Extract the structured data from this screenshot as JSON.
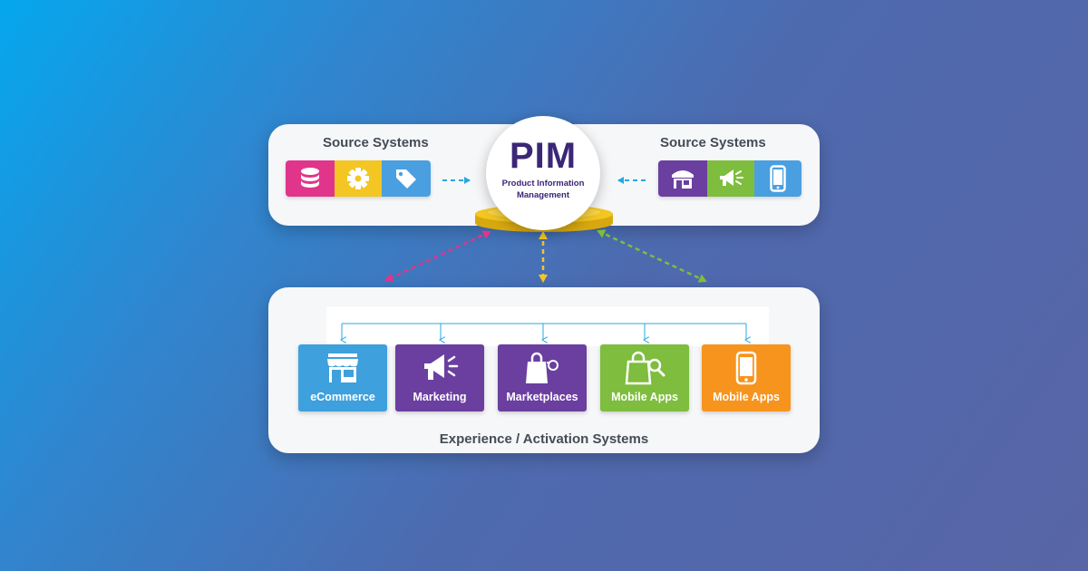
{
  "source_left": {
    "title": "Source Systems",
    "icons": [
      {
        "name": "database-icon",
        "color": "#e0358a"
      },
      {
        "name": "gear-icon",
        "color": "#f3c623"
      },
      {
        "name": "tag-icon",
        "color": "#4a9fe0"
      }
    ]
  },
  "source_right": {
    "title": "Source Systems",
    "icons": [
      {
        "name": "store-icon",
        "color": "#6b3fa0"
      },
      {
        "name": "megaphone-icon",
        "color": "#7ebd3e"
      },
      {
        "name": "smartphone-icon",
        "color": "#4a9fe0"
      }
    ]
  },
  "pim": {
    "title": "PIM",
    "subtitle": "Product Information Management",
    "base_color": "#f3c623"
  },
  "connector_colors": {
    "left": "#e0358a",
    "center": "#f3c623",
    "right": "#7ebd3e",
    "inputs": "#29a8e0"
  },
  "activation": {
    "title": "Experience / Activation Systems",
    "tiles": [
      {
        "label": "eCommerce",
        "icon": "storefront-icon",
        "color": "#3ea0dc"
      },
      {
        "label": "Marketing",
        "icon": "megaphone-icon",
        "color": "#6b3fa0"
      },
      {
        "label": "Marketplaces",
        "icon": "shopping-bag-icon",
        "color": "#6b3fa0"
      },
      {
        "label": "Mobile Apps",
        "icon": "bag-search-icon",
        "color": "#7ebd3e"
      },
      {
        "label": "Mobile Apps",
        "icon": "smartphone-icon",
        "color": "#f7941d"
      }
    ]
  }
}
